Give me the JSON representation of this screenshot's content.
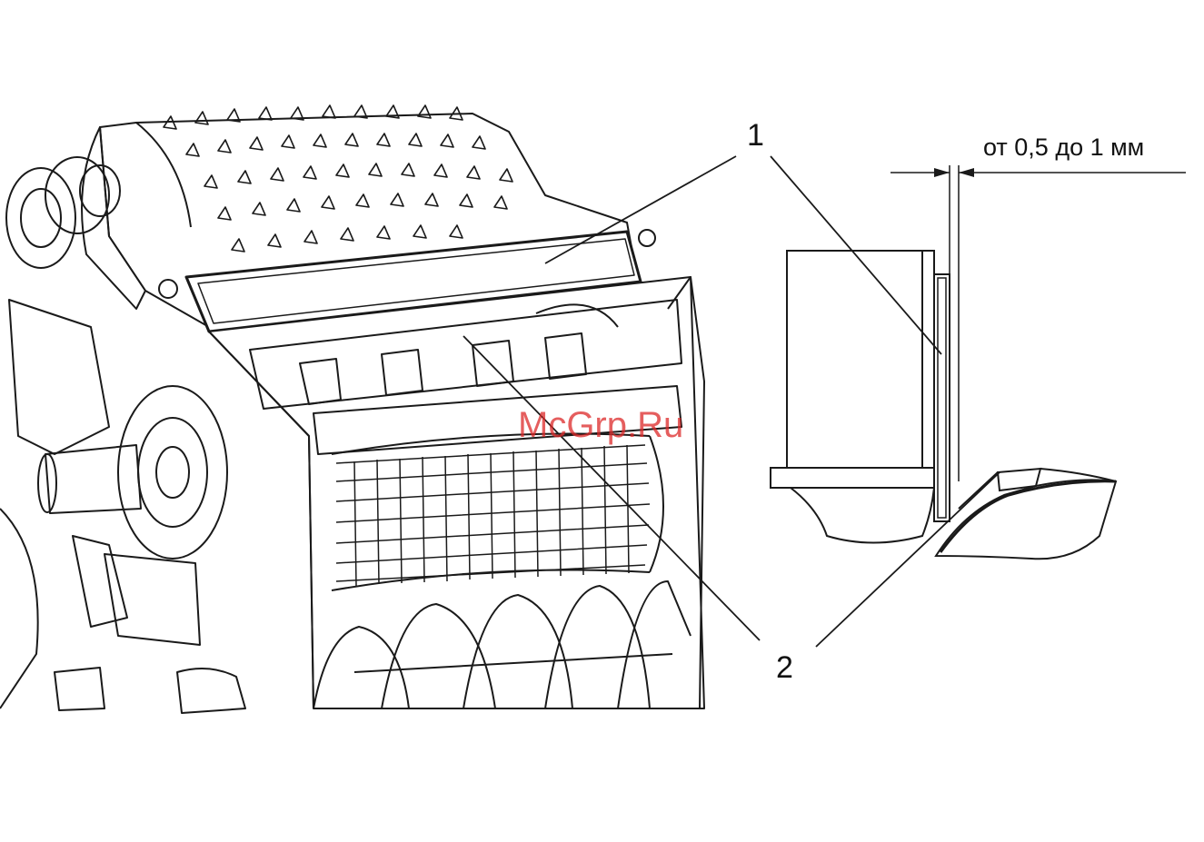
{
  "callouts": {
    "one": "1",
    "two": "2"
  },
  "dimension": {
    "label": "от 0,5 до 1 мм"
  },
  "watermark": {
    "text": "McGrp.Ru",
    "color": "#dc2828"
  },
  "colors": {
    "line": "#1a1a1a",
    "background": "#ffffff"
  }
}
